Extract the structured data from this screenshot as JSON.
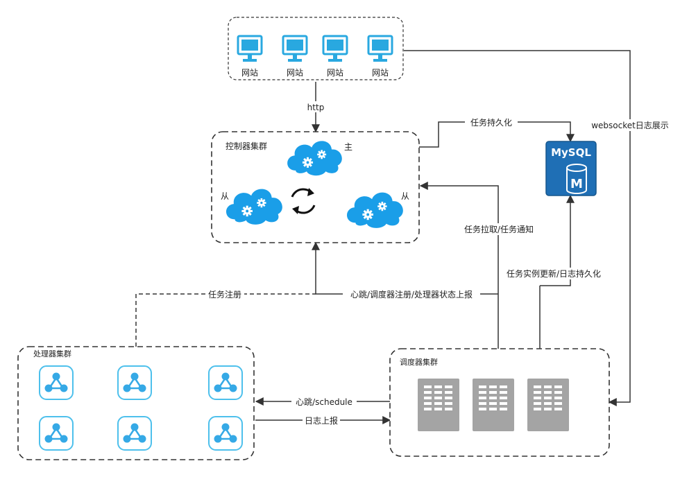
{
  "websites": {
    "items": [
      {
        "label": "网站"
      },
      {
        "label": "网站"
      },
      {
        "label": "网站"
      },
      {
        "label": "网站"
      }
    ]
  },
  "controller": {
    "title": "控制器集群",
    "master_label": "主",
    "slave_left_label": "从",
    "slave_right_label": "从"
  },
  "database": {
    "name": "MySQL",
    "badge": "M"
  },
  "processor": {
    "title": "处理器集群",
    "node_count": 6
  },
  "scheduler": {
    "title": "调度器集群",
    "server_count": 3
  },
  "edges": {
    "http": "http",
    "persist": "任务持久化",
    "websocket": "websocket日志展示",
    "pull": "任务拉取/任务通知",
    "instance_update": "任务实例更新/日志持久化",
    "register_task": "任务注册",
    "heartbeat_register": "心跳/调度器注册/处理器状态上报",
    "heartbeat_schedule": "心跳/schedule",
    "log_report": "日志上报"
  },
  "colors": {
    "monitor": "#29a8e0",
    "cloud": "#1a9ee8",
    "mysql": "#1f6fb5",
    "server": "#a4a4a4",
    "node_border": "#4dc0ec",
    "node_fill": "#35a9e6",
    "line": "#333333"
  }
}
